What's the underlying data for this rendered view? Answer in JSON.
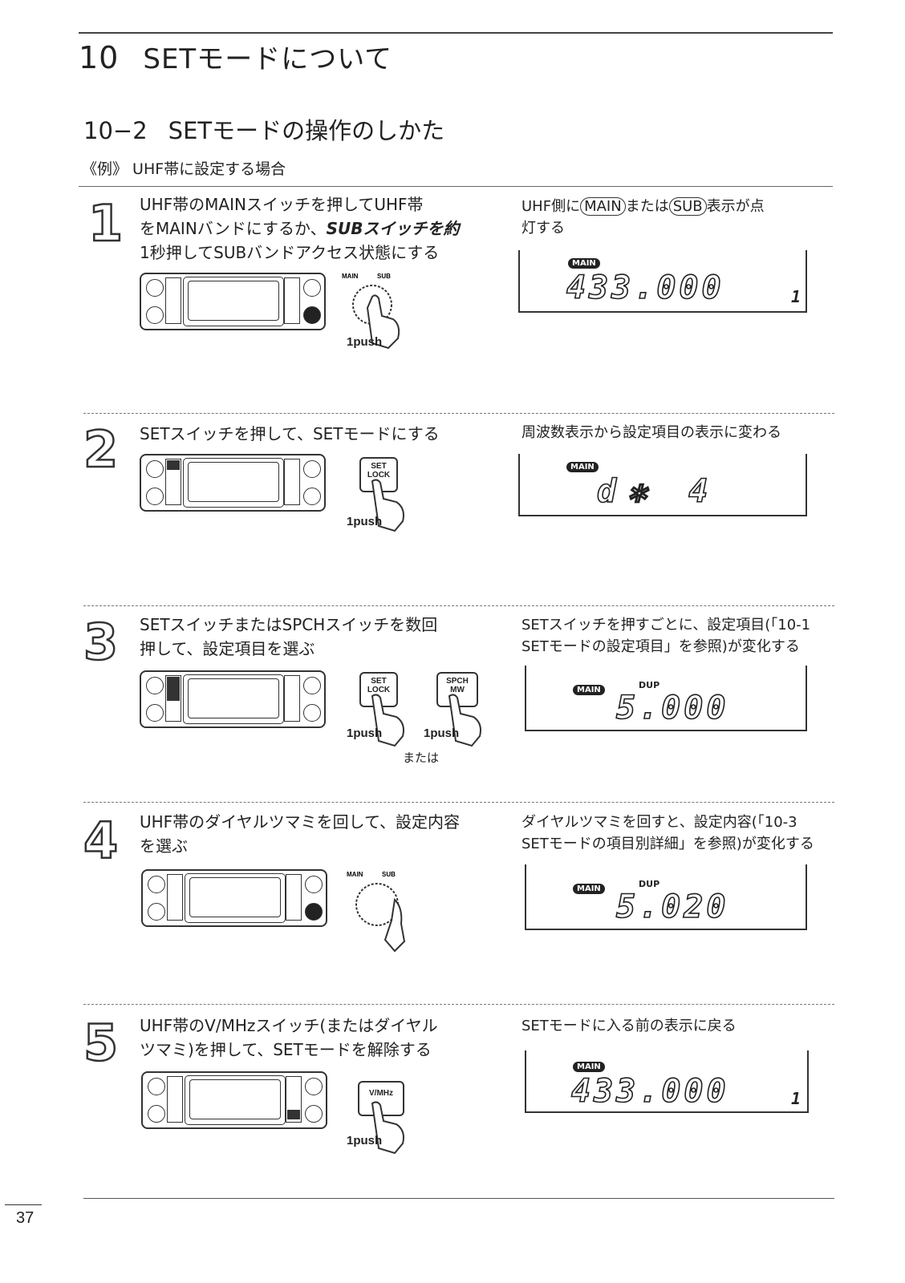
{
  "header": {
    "chapter_number": "10",
    "chapter_title": "SETモードについて",
    "section_number": "10−2",
    "section_title": "SETモードの操作のしかた",
    "example": "《例》 UHF帯に設定する場合"
  },
  "steps": [
    {
      "number": "1",
      "instruction_lines": [
        "UHF帯のMAINスイッチを押してUHF帯",
        "をMAINバンドにするか、",
        "SUBスイッチを約",
        "1秒押してSUBバンドアクセス状態にする"
      ],
      "result_parts": [
        "UHF側に",
        "MAIN",
        "または",
        "SUB",
        "表示が点",
        "灯する"
      ],
      "dial_labels": [
        "MAIN",
        "SUB"
      ],
      "push_labels": [
        "1push"
      ],
      "lcd": {
        "badge": "MAIN",
        "text": "433.000",
        "sub": "1"
      }
    },
    {
      "number": "2",
      "instruction_lines": [
        "SETスイッチを押して、SETモードにする"
      ],
      "result_lines": [
        "周波数表示から設定項目の表示に変わる"
      ],
      "button_labels": [
        [
          "SET",
          "LOCK"
        ]
      ],
      "push_labels": [
        "1push"
      ],
      "lcd": {
        "badge": "MAIN",
        "text": "d✲ 4"
      }
    },
    {
      "number": "3",
      "instruction_lines": [
        "SETスイッチまたはSPCHスイッチを数回",
        "押して、設定項目を選ぶ"
      ],
      "result_lines": [
        "SETスイッチを押すごとに、設定項目(「10-1",
        "SETモードの設定項目」を参照)が変化する"
      ],
      "button_labels": [
        [
          "SET",
          "LOCK"
        ],
        [
          "SPCH",
          "MW"
        ]
      ],
      "push_labels": [
        "1push",
        "1push"
      ],
      "or_label": "または",
      "lcd": {
        "badge": "MAIN",
        "indicator": "DUP",
        "text": "5.000"
      }
    },
    {
      "number": "4",
      "instruction_lines": [
        "UHF帯のダイヤルツマミを回して、設定内容",
        "を選ぶ"
      ],
      "result_lines": [
        "ダイヤルツマミを回すと、設定内容(「10-3",
        "SETモードの項目別詳細」を参照)が変化する"
      ],
      "dial_labels": [
        "MAIN",
        "SUB"
      ],
      "lcd": {
        "badge": "MAIN",
        "indicator": "DUP",
        "text": "5.020"
      }
    },
    {
      "number": "5",
      "instruction_lines": [
        "UHF帯のV/MHzスイッチ(またはダイヤル",
        "ツマミ)を押して、SETモードを解除する"
      ],
      "result_lines": [
        "SETモードに入る前の表示に戻る"
      ],
      "button_labels": [
        [
          "V/MHz"
        ]
      ],
      "push_labels": [
        "1push"
      ],
      "lcd": {
        "badge": "MAIN",
        "text": "433.000",
        "sub": "1"
      }
    }
  ],
  "footer": {
    "page_number": "37"
  }
}
